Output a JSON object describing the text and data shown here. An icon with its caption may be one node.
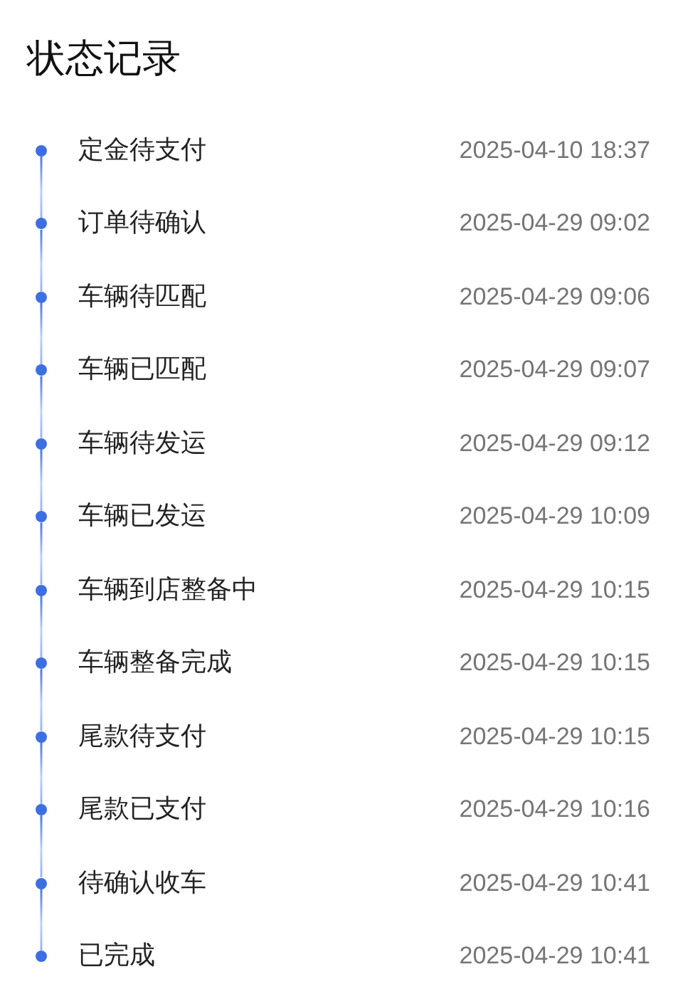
{
  "diagram": {
    "title": "状态记录",
    "nodes": [
      {
        "text": [],
        "shape": "circle",
        "beside": [
          "定金待支付"
        ]
      },
      {
        "text": [],
        "shape": "circle",
        "beside": [
          "订单待确认"
        ]
      },
      {
        "text": [],
        "shape": "circle",
        "beside": [
          "车辆待匹配"
        ]
      },
      {
        "text": [],
        "shape": "circle",
        "beside": [
          "车辆已匹配"
        ]
      },
      {
        "text": [],
        "shape": "circle",
        "beside": [
          "车辆待发运"
        ]
      },
      {
        "text": [],
        "shape": "circle",
        "beside": [
          "车辆已发运"
        ]
      },
      {
        "text": [],
        "shape": "circle",
        "beside": [
          "车辆到店整备中"
        ]
      },
      {
        "text": [],
        "shape": "circle",
        "beside": [
          "车辆整备完成"
        ]
      },
      {
        "text": [],
        "shape": "circle",
        "beside": [
          "尾款待支付"
        ]
      },
      {
        "text": [],
        "shape": "circle",
        "beside": [
          "尾款已支付"
        ]
      },
      {
        "text": [],
        "shape": "circle",
        "beside": [
          "待确认收车"
        ]
      },
      {
        "text": [],
        "shape": "circle",
        "beside": [
          "已完成"
        ]
      }
    ],
    "edges": [
      {
        "from": 0,
        "to": 1,
        "arrow": "none"
      },
      {
        "from": 1,
        "to": 2,
        "arrow": "none"
      },
      {
        "from": 2,
        "to": 3,
        "arrow": "none"
      },
      {
        "from": 3,
        "to": 4,
        "arrow": "none"
      },
      {
        "from": 4,
        "to": 5,
        "arrow": "none"
      },
      {
        "from": 5,
        "to": 6,
        "arrow": "none"
      },
      {
        "from": 6,
        "to": 7,
        "arrow": "none"
      },
      {
        "from": 7,
        "to": 8,
        "arrow": "none"
      },
      {
        "from": 8,
        "to": 9,
        "arrow": "none"
      },
      {
        "from": 9,
        "to": 10,
        "arrow": "none"
      },
      {
        "from": 10,
        "to": 11,
        "arrow": "none"
      }
    ],
    "labels": [
      "2025-04-10 18:37",
      "2025-04-29 09:02",
      "2025-04-29 09:06",
      "2025-04-29 09:07",
      "2025-04-29 09:12",
      "2025-04-29 10:09",
      "2025-04-29 10:15",
      "2025-04-29 10:15",
      "2025-04-29 10:15",
      "2025-04-29 10:16",
      "2025-04-29 10:41",
      "2025-04-29 10:41"
    ]
  }
}
